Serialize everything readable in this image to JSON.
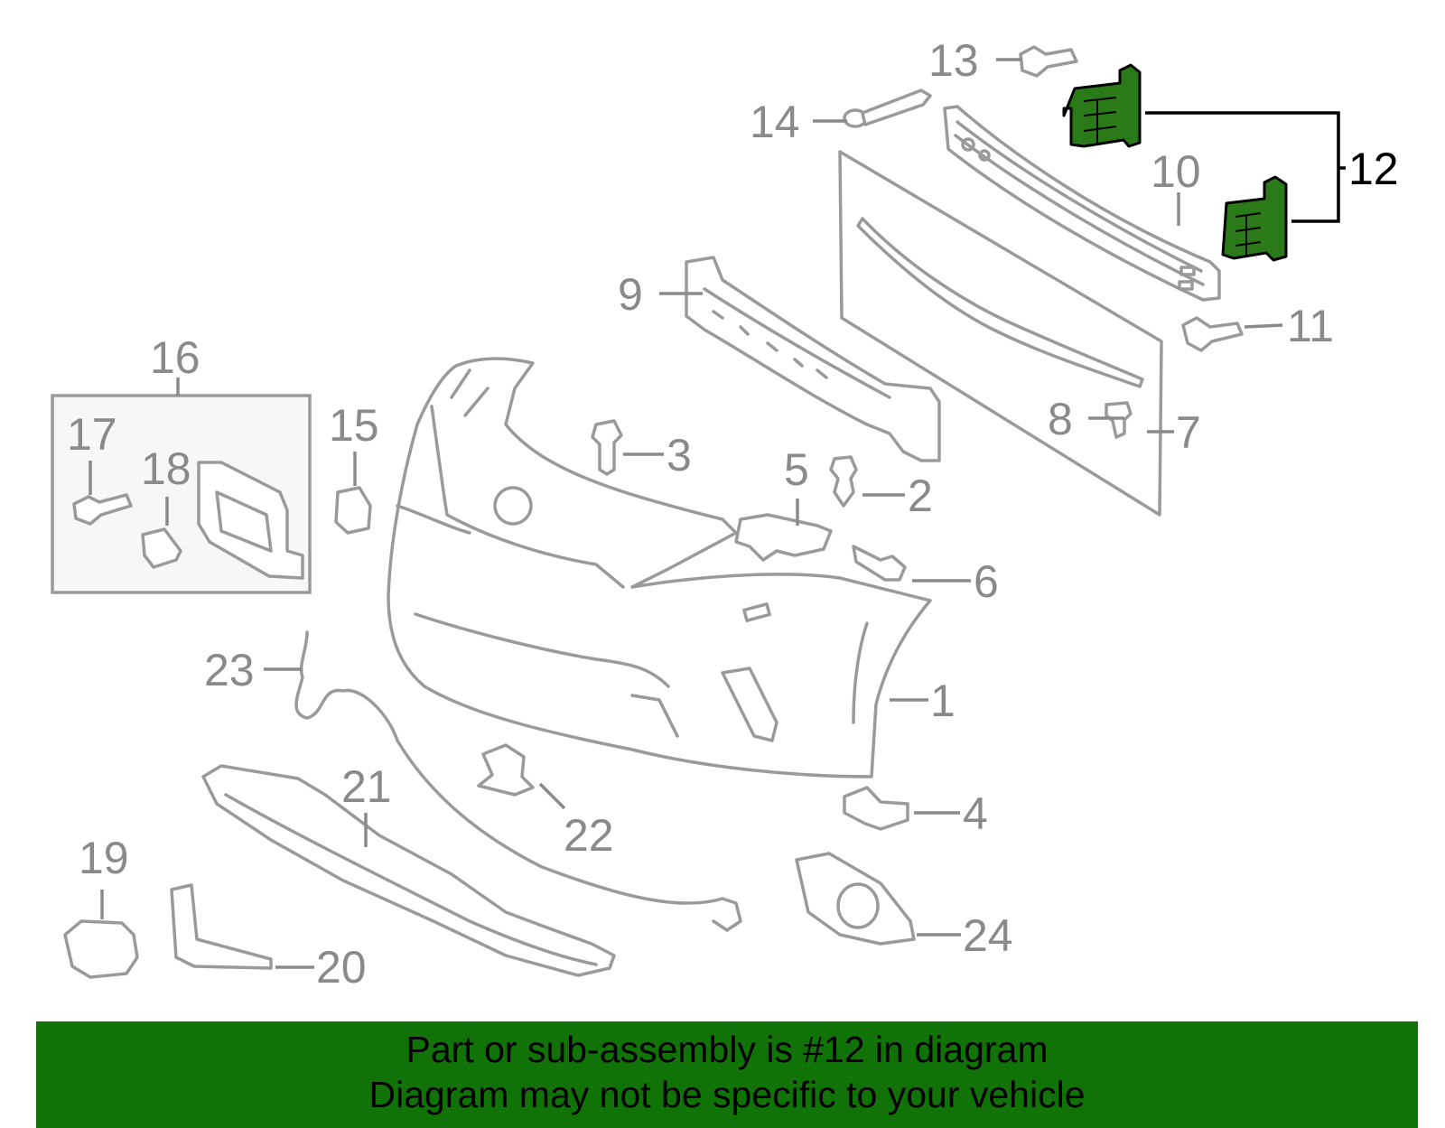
{
  "highlighted_part": "12",
  "callouts": {
    "c1": "1",
    "c2": "2",
    "c3": "3",
    "c4": "4",
    "c5": "5",
    "c6": "6",
    "c7": "7",
    "c8": "8",
    "c9": "9",
    "c10": "10",
    "c11": "11",
    "c12": "12",
    "c13": "13",
    "c14": "14",
    "c15": "15",
    "c16": "16",
    "c17": "17",
    "c18": "18",
    "c19": "19",
    "c20": "20",
    "c21": "21",
    "c22": "22",
    "c23": "23",
    "c24": "24"
  },
  "banner": {
    "line1": "Part or sub-assembly is #12 in diagram",
    "line2": "Diagram may not be specific to your vehicle"
  },
  "colors": {
    "highlight": "#2a7a1a",
    "banner": "#117208",
    "lines": "#9a9a9a"
  }
}
